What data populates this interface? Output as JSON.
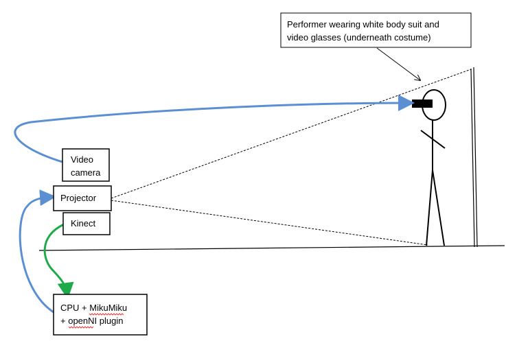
{
  "callout": {
    "line1": "Performer wearing white body suit and",
    "line2": "video glasses (underneath costume)"
  },
  "boxes": {
    "video_camera": {
      "line1": "Video",
      "line2": "camera"
    },
    "projector": {
      "label": "Projector"
    },
    "kinect": {
      "label": "Kinect"
    },
    "cpu": {
      "line1_a": "CPU + ",
      "line1_b": "MikuMiku",
      "line2_a": "+ ",
      "line2_b": "openNI",
      "line2_c": " plugin"
    }
  },
  "colors": {
    "video_feed_arrow": "#5b8fd1",
    "kinect_arrow": "#1faa4a",
    "outline": "#000000",
    "spellcheck": "#e03a3a"
  }
}
